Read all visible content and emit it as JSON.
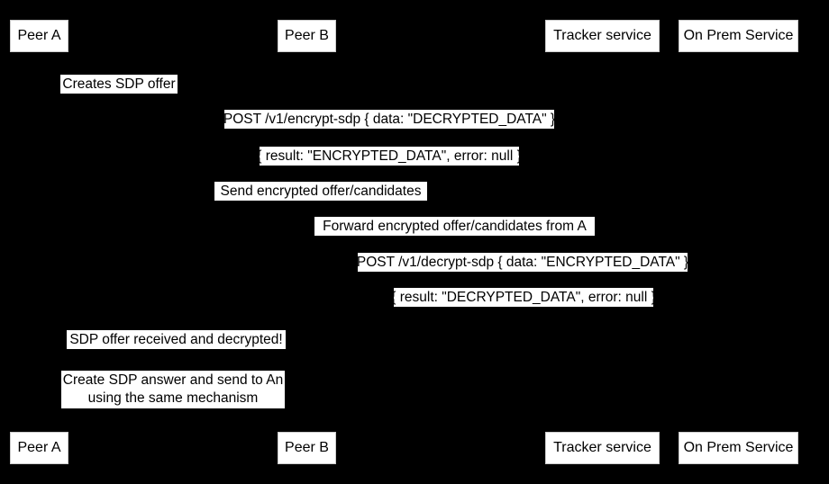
{
  "diagram": {
    "type": "sequence-diagram",
    "background_color": "#000000",
    "box_fill_color": "#ffffff",
    "text_color": "#000000"
  },
  "actors": [
    {
      "label": "Peer A"
    },
    {
      "label": "Peer B"
    },
    {
      "label": "Tracker service"
    },
    {
      "label": "On Prem Service"
    }
  ],
  "messages": [
    {
      "text": "Creates SDP offer"
    },
    {
      "text": "POST /v1/encrypt-sdp { data: \"DECRYPTED_DATA\" }"
    },
    {
      "text": "{ result: \"ENCRYPTED_DATA\", error: null }"
    },
    {
      "text": "Send encrypted offer/candidates"
    },
    {
      "text": "Forward encrypted offer/candidates from A"
    },
    {
      "text": "POST /v1/decrypt-sdp { data: \"ENCRYPTED_DATA\" }"
    },
    {
      "text": "{ result: \"DECRYPTED_DATA\", error: null }"
    },
    {
      "text": "SDP offer received and decrypted!"
    }
  ],
  "note": {
    "line1": "Create SDP answer and send to An",
    "line2": "using the same mechanism"
  }
}
